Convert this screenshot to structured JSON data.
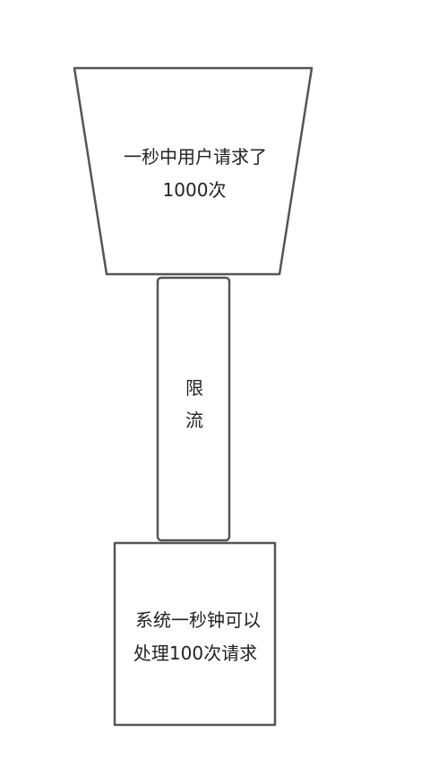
{
  "nodes": {
    "requests": {
      "line1": "一秒中用户请求了",
      "line2": "1000次"
    },
    "rate_limit": {
      "line1": "限",
      "line2": "流"
    },
    "system": {
      "line1": "系统一秒钟可以",
      "line2": "处理100次请求"
    }
  },
  "colors": {
    "stroke": "#555555",
    "fill": "#ffffff",
    "text": "#222222"
  }
}
